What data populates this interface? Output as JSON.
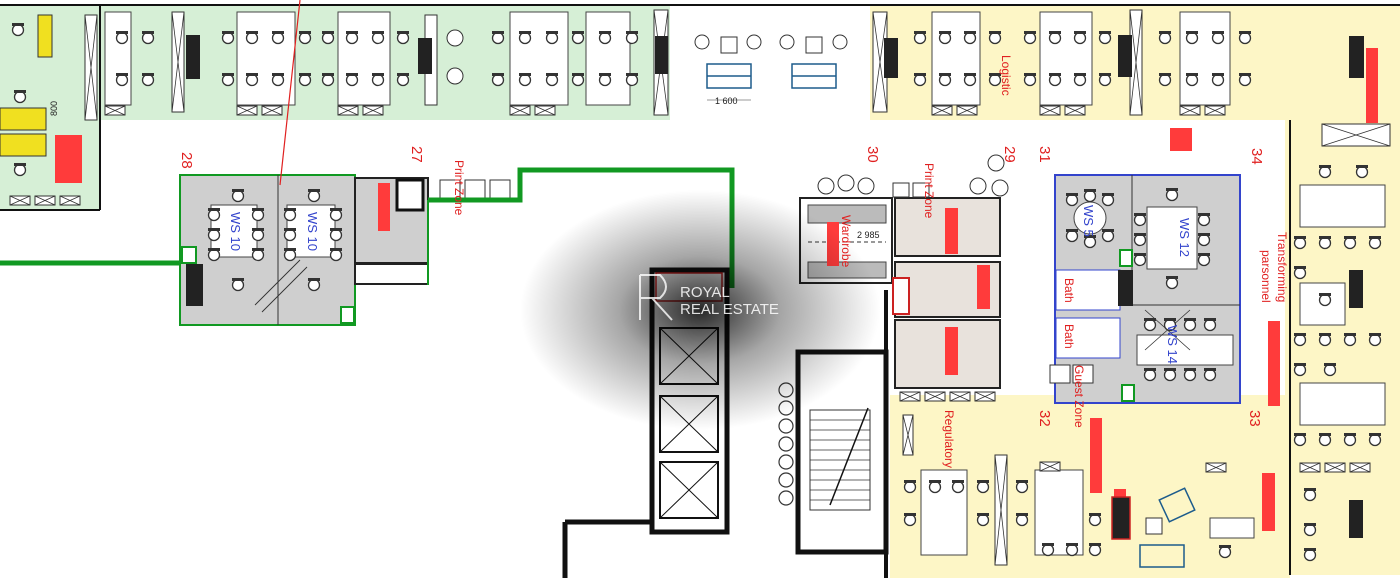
{
  "watermark": {
    "line1": "ROYAL",
    "line2": "REAL ESTATE"
  },
  "room_numbers": [
    "28",
    "27",
    "30",
    "29",
    "31",
    "34",
    "32",
    "33"
  ],
  "zones": {
    "print_left": "Print Zone",
    "print_right": "Print Zone",
    "guest": "Guest Zone",
    "logistic": "Logistic",
    "regulatory": "Regulatory",
    "transforming": "Transforming",
    "parsonnel": "parsonnel",
    "wardrobe": "Wardrobe"
  },
  "workspaces": {
    "ws_a": "WS 10",
    "ws_b": "WS 10",
    "ws_c": "WS 5",
    "ws_d": "WS 12",
    "ws_e": "WS 14",
    "bath_1": "Bath",
    "bath_2": "Bath"
  },
  "dimensions": {
    "d1": "1 600",
    "d2": "2 985",
    "d3": "800"
  },
  "colors": {
    "green_zone": "#d6efd6",
    "yellow_zone": "#fdf6c6",
    "meeting_gray": "#cfcfcf",
    "wall": "#111111",
    "red_marker": "#ff3b3b",
    "green_route": "#119922",
    "ws_border": "#3344cc"
  }
}
